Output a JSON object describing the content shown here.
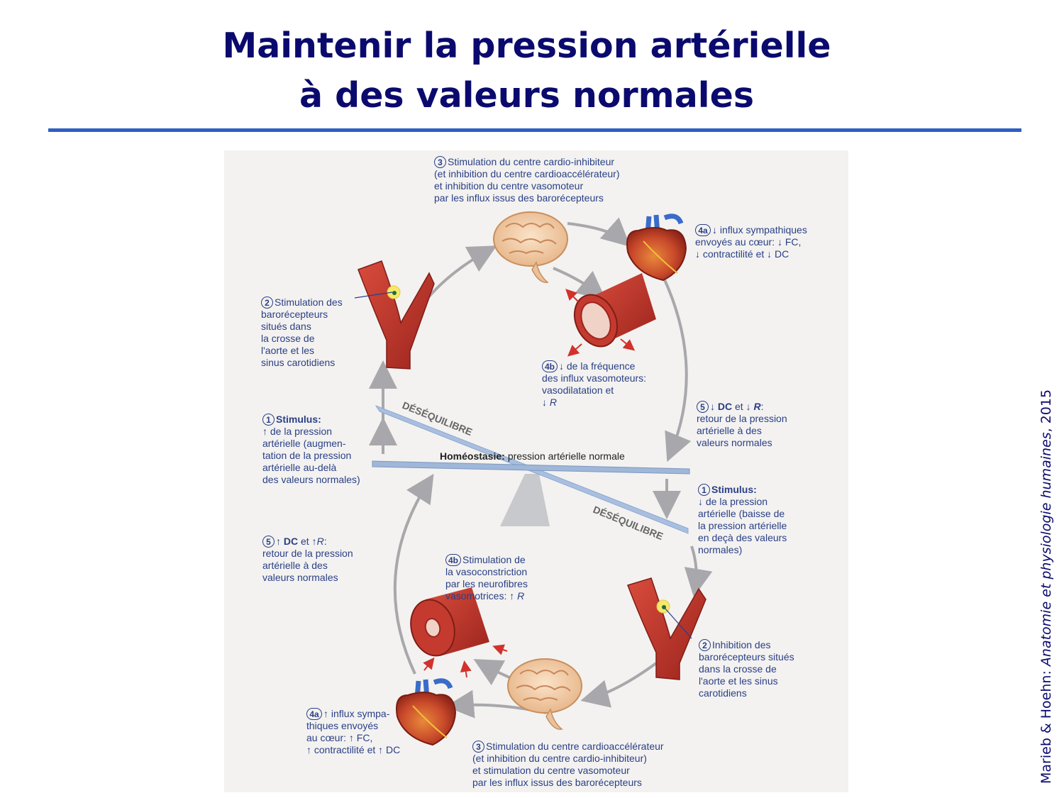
{
  "title": {
    "line1": "Maintenir la pression artérielle",
    "line2": "à des valeurs normales"
  },
  "credit": {
    "authors": "Marieb & Hoehn: ",
    "book": "Anatomie et physiologie humaines",
    "year": ", 2015"
  },
  "colors": {
    "title": "#0a0a6e",
    "rule": "#2f5fc4",
    "label": "#2a3f86",
    "vessel": "#b8322f",
    "cycle_arrow": "#a8a8ac",
    "beam": "#9fb7d8"
  },
  "icons": [
    "brain-icon",
    "heart-icon",
    "artery-icon",
    "vessel-icon",
    "balance-icon"
  ],
  "balance": {
    "left_imbalance": "DÉSÉQUILIBRE",
    "right_imbalance": "DÉSÉQUILIBRE",
    "homeostasis_bold": "Homéostasie:",
    "homeostasis_text": "pression artérielle normale"
  },
  "top_cycle": {
    "step3": {
      "num": "3",
      "lines": [
        "Stimulation du centre cardio-inhibiteur",
        "(et inhibition du centre cardioaccélérateur)",
        "et inhibition du centre vasomoteur",
        "par les influx issus des barorécepteurs"
      ]
    },
    "step4a": {
      "num": "4a",
      "line1": "influx sympathiques",
      "line2_a": "envoyés au cœur:",
      "line2_b": "FC,",
      "line3_a": "contractilité et",
      "line3_b": "DC",
      "arrow": "↓"
    },
    "step2": {
      "num": "2",
      "lines": [
        "Stimulation des",
        "barorécepteurs",
        "situés dans",
        "la crosse de",
        "l'aorte et les",
        "sinus carotidiens"
      ]
    },
    "step4b": {
      "num": "4b",
      "line1": "de la fréquence",
      "line2": "des influx vasomoteurs:",
      "line3": "vasodilatation et",
      "line4": "R",
      "arrow": "↓"
    },
    "step1": {
      "num": "1",
      "heading": "Stimulus:",
      "line1": "de la pression",
      "lines": [
        "artérielle (augmen-",
        "tation de la pression",
        "artérielle au-delà",
        "des valeurs normales)"
      ],
      "arrow": "↑"
    },
    "step5": {
      "num": "5",
      "dc": "DC",
      "et": "et",
      "r": "R",
      "colon": ":",
      "lines": [
        "retour de la pression",
        "artérielle à des",
        "valeurs normales"
      ],
      "arrow": "↓"
    }
  },
  "bottom_cycle": {
    "step1": {
      "num": "1",
      "heading": "Stimulus:",
      "line1": "de la pression",
      "lines": [
        "artérielle (baisse de",
        "la pression artérielle",
        "en deçà des valeurs",
        "normales)"
      ],
      "arrow": "↓"
    },
    "step5": {
      "num": "5",
      "dc": "DC",
      "et": "et",
      "r": "R",
      "colon": ":",
      "lines": [
        "retour de la pression",
        "artérielle à des",
        "valeurs normales"
      ],
      "arrow": "↑"
    },
    "step4b": {
      "num": "4b",
      "lines": [
        "Stimulation de",
        "la vasoconstriction",
        "par les neurofibres"
      ],
      "last": "vasomotrices:",
      "r": "R",
      "arrow": "↑"
    },
    "step2": {
      "num": "2",
      "lines": [
        "Inhibition des",
        "barorécepteurs situés",
        "dans la crosse de",
        "l'aorte et les sinus",
        "carotidiens"
      ]
    },
    "step4a": {
      "num": "4a",
      "line1": "influx sympa-",
      "line2": "thiques envoyés",
      "line3_a": "au cœur:",
      "line3_b": "FC,",
      "line4_a": "contractilité et",
      "line4_b": "DC",
      "arrow": "↑"
    },
    "step3": {
      "num": "3",
      "lines": [
        "Stimulation du centre cardioaccélérateur",
        "(et inhibition du centre cardio-inhibiteur)",
        "et stimulation du centre vasomoteur",
        "par les influx issus des barorécepteurs"
      ]
    }
  }
}
